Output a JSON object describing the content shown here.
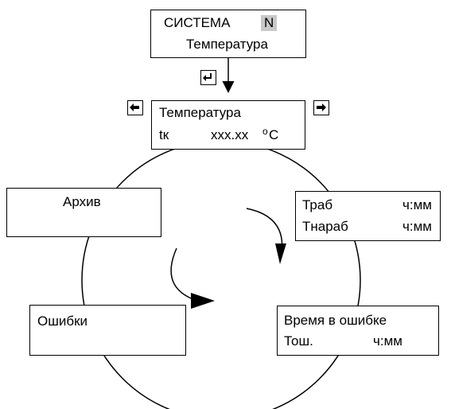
{
  "system_box": {
    "title": "СИСТЕМА",
    "number": "N",
    "subtitle": "Температура"
  },
  "temperature_box": {
    "line1": "Температура",
    "tk_label": "tк",
    "tk_value": "xxx.xx",
    "deg": "o",
    "unit": "C"
  },
  "archive_box": {
    "label": "Архив"
  },
  "work_box": {
    "row1_label": "Траб",
    "row1_value": "ч:мм",
    "row2_label": "Тнараб",
    "row2_value": "ч:мм"
  },
  "errors_box": {
    "label": "Ошибки"
  },
  "errtime_box": {
    "line1": "Время в ошибке",
    "row2_label": "Тош.",
    "row2_value": "ч:мм"
  },
  "keys": {
    "enter": "enter-key-icon",
    "left": "left-arrow-key-icon",
    "right": "right-arrow-key-icon"
  },
  "colors": {
    "line": "#000000",
    "highlight": "#c8c8c8",
    "background": "#ffffff"
  }
}
